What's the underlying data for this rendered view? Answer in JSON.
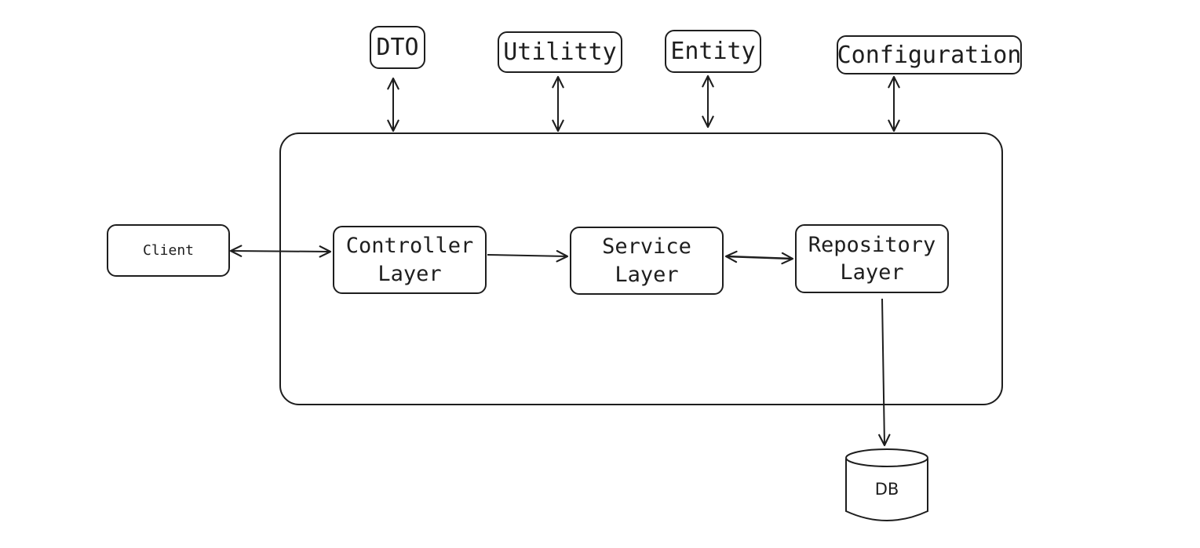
{
  "diagram": {
    "components": {
      "dto": "DTO",
      "utility": "Utilitty",
      "entity": "Entity",
      "configuration": "Configuration",
      "client": "Client",
      "controller": "Controller\nLayer",
      "service": "Service\nLayer",
      "repository": "Repository\nLayer",
      "db": "DB"
    },
    "edges": [
      {
        "from": "client",
        "to": "controller",
        "direction": "both"
      },
      {
        "from": "controller",
        "to": "service",
        "direction": "forward"
      },
      {
        "from": "service",
        "to": "repository",
        "direction": "both"
      },
      {
        "from": "repository",
        "to": "db",
        "direction": "forward"
      },
      {
        "from": "dto",
        "to": "application",
        "direction": "both"
      },
      {
        "from": "utility",
        "to": "application",
        "direction": "both"
      },
      {
        "from": "entity",
        "to": "application",
        "direction": "both"
      },
      {
        "from": "configuration",
        "to": "application",
        "direction": "both"
      }
    ],
    "colors": {
      "stroke": "#1e1e1e",
      "background": "#ffffff"
    }
  }
}
